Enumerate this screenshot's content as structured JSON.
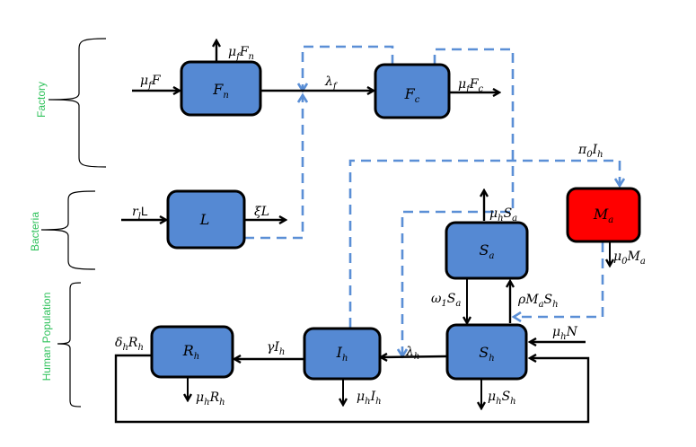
{
  "groups": {
    "factory": "Factory",
    "bacteria": "Bacteria",
    "human": "Human Population"
  },
  "colors": {
    "box_fill": "#5589d3",
    "alert_fill": "#ff0000",
    "dashed_line": "#5b8fd6",
    "group_label": "#2fc25b"
  },
  "compartments": {
    "Fn": {
      "base": "F",
      "sub": "n"
    },
    "Fc": {
      "base": "F",
      "sub": "c"
    },
    "L": {
      "base": "L",
      "sub": ""
    },
    "Sa": {
      "base": "S",
      "sub": "a"
    },
    "Ma": {
      "base": "M",
      "sub": "a"
    },
    "Rh": {
      "base": "R",
      "sub": "h"
    },
    "Ih": {
      "base": "I",
      "sub": "h"
    },
    "Sh": {
      "base": "S",
      "sub": "h"
    }
  },
  "rates": {
    "muF": {
      "pre": "μ",
      "sub1": "f",
      "post": "F",
      "sub2": ""
    },
    "muFn": {
      "pre": "μ",
      "sub1": "f",
      "post": "F",
      "sub2": "n"
    },
    "lambdaF": {
      "pre": "λ",
      "sub1": "f",
      "post": "",
      "sub2": ""
    },
    "muFc": {
      "pre": "μ",
      "sub1": "f",
      "post": "F",
      "sub2": "c"
    },
    "rlL": {
      "pre": "r",
      "sub1": "l",
      "post": "L",
      "sub2": ""
    },
    "xiL": {
      "pre": "ξL",
      "sub1": "",
      "post": "",
      "sub2": ""
    },
    "pi0Ih": {
      "pre": "π",
      "sub1": "0",
      "post": "I",
      "sub2": "h"
    },
    "muSa": {
      "pre": "μ",
      "sub1": "h",
      "post": "S",
      "sub2": "a"
    },
    "mu0Ma": {
      "pre": "μ",
      "sub1": "0",
      "post": "M",
      "sub2": "a"
    },
    "omegaSa": {
      "pre": "ω",
      "sub1": "1",
      "post": "S",
      "sub2": "a"
    },
    "rhoMaSh": {
      "pre": "ρM",
      "sub1": "a",
      "post": "S",
      "sub2": "h"
    },
    "deltaRh": {
      "pre": "δ",
      "sub1": "h",
      "post": "R",
      "sub2": "h"
    },
    "gammaIh": {
      "pre": "γI",
      "sub1": "h",
      "post": "",
      "sub2": ""
    },
    "lambdaH": {
      "pre": "λ",
      "sub1": "h",
      "post": "",
      "sub2": ""
    },
    "muN": {
      "pre": "μ",
      "sub1": "h",
      "post": "N",
      "sub2": ""
    },
    "muRh": {
      "pre": "μ",
      "sub1": "h",
      "post": "R",
      "sub2": "h"
    },
    "muIh": {
      "pre": "μ",
      "sub1": "h",
      "post": "I",
      "sub2": "h"
    },
    "muSh": {
      "pre": "μ",
      "sub1": "h",
      "post": "S",
      "sub2": "h"
    }
  }
}
